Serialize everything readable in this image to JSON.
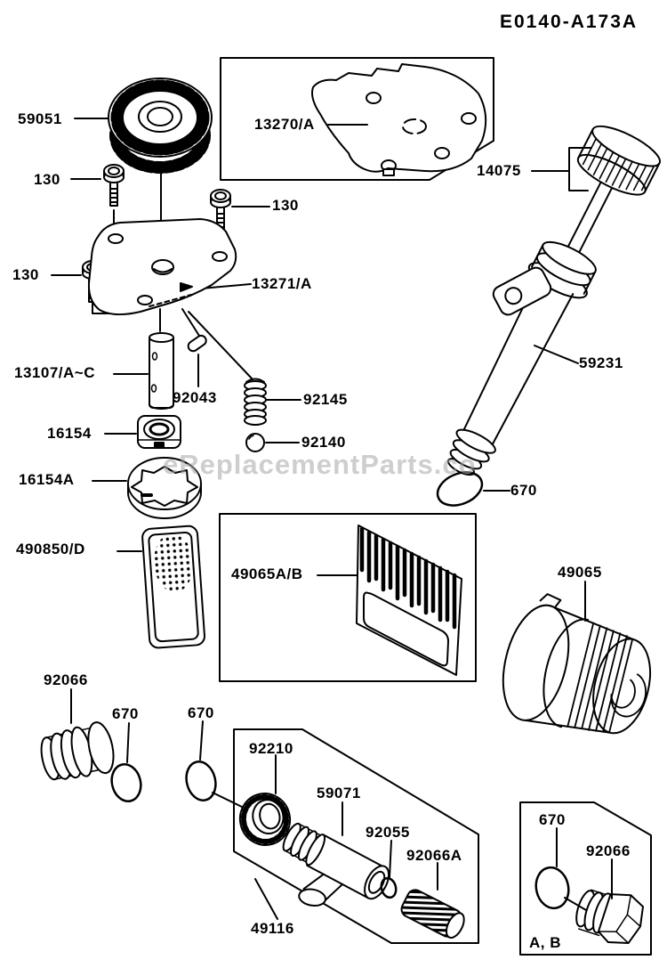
{
  "title": "E0140-A173A",
  "watermark": "eReplacementParts.co",
  "parts": [
    {
      "text": "59051"
    },
    {
      "text": "130"
    },
    {
      "text": "13270/A"
    },
    {
      "text": "130"
    },
    {
      "text": "14075"
    },
    {
      "text": "130"
    },
    {
      "text": "13271/A"
    },
    {
      "text": "13107/A~C"
    },
    {
      "text": "92043"
    },
    {
      "text": "92145"
    },
    {
      "text": "92140"
    },
    {
      "text": "16154"
    },
    {
      "text": "16154A"
    },
    {
      "text": "59231"
    },
    {
      "text": "670"
    },
    {
      "text": "490850/D"
    },
    {
      "text": "49065A/B"
    },
    {
      "text": "49065"
    },
    {
      "text": "92066"
    },
    {
      "text": "670"
    },
    {
      "text": "670"
    },
    {
      "text": "92210"
    },
    {
      "text": "59071"
    },
    {
      "text": "92055"
    },
    {
      "text": "92066A"
    },
    {
      "text": "49116"
    },
    {
      "text": "670"
    },
    {
      "text": "92066"
    },
    {
      "text": "A, B"
    }
  ]
}
